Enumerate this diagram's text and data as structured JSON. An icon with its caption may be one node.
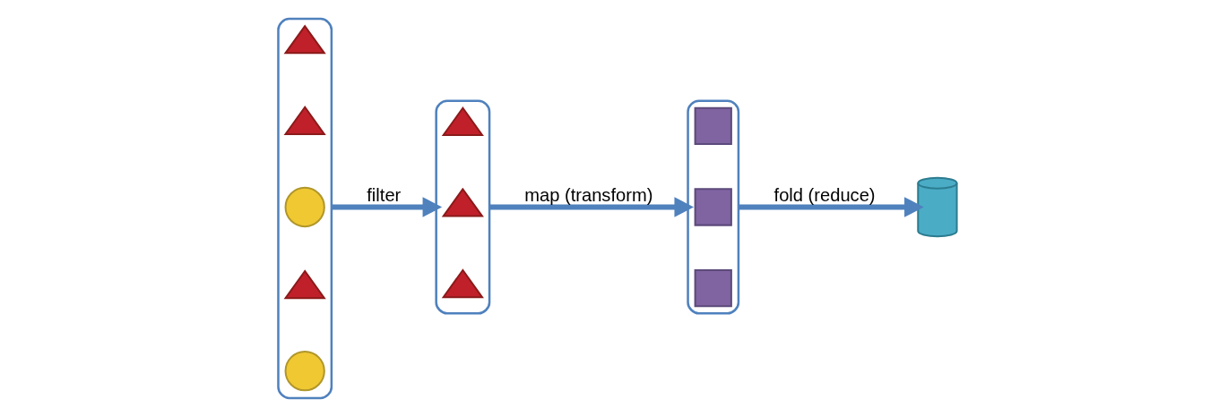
{
  "diagram": {
    "nodes": [
      {
        "text": [],
        "shape": "bracket"
      },
      {
        "text": [],
        "shape": "triangle",
        "in": 0
      },
      {
        "text": [],
        "shape": "triangle",
        "in": 0
      },
      {
        "text": [],
        "shape": "circle",
        "in": 0
      },
      {
        "text": [],
        "shape": "triangle",
        "in": 0
      },
      {
        "text": [],
        "shape": "circle",
        "in": 0
      },
      {
        "text": [],
        "shape": "bracket"
      },
      {
        "text": [],
        "shape": "triangle",
        "in": 6
      },
      {
        "text": [],
        "shape": "triangle",
        "in": 6
      },
      {
        "text": [],
        "shape": "triangle",
        "in": 6
      },
      {
        "text": [],
        "shape": "bracket"
      },
      {
        "text": [],
        "shape": "box",
        "in": 10
      },
      {
        "text": [],
        "shape": "box",
        "in": 10
      },
      {
        "text": [],
        "shape": "box",
        "in": 10
      },
      {
        "text": [],
        "shape": "cylinder"
      }
    ],
    "edges": [
      {
        "from": 0,
        "to": 6,
        "arrow": "to",
        "label": "filter"
      },
      {
        "from": 6,
        "to": 10,
        "arrow": "to",
        "label": "map (transform)"
      },
      {
        "from": 10,
        "to": 14,
        "arrow": "to",
        "label": "fold (reduce)"
      }
    ]
  }
}
